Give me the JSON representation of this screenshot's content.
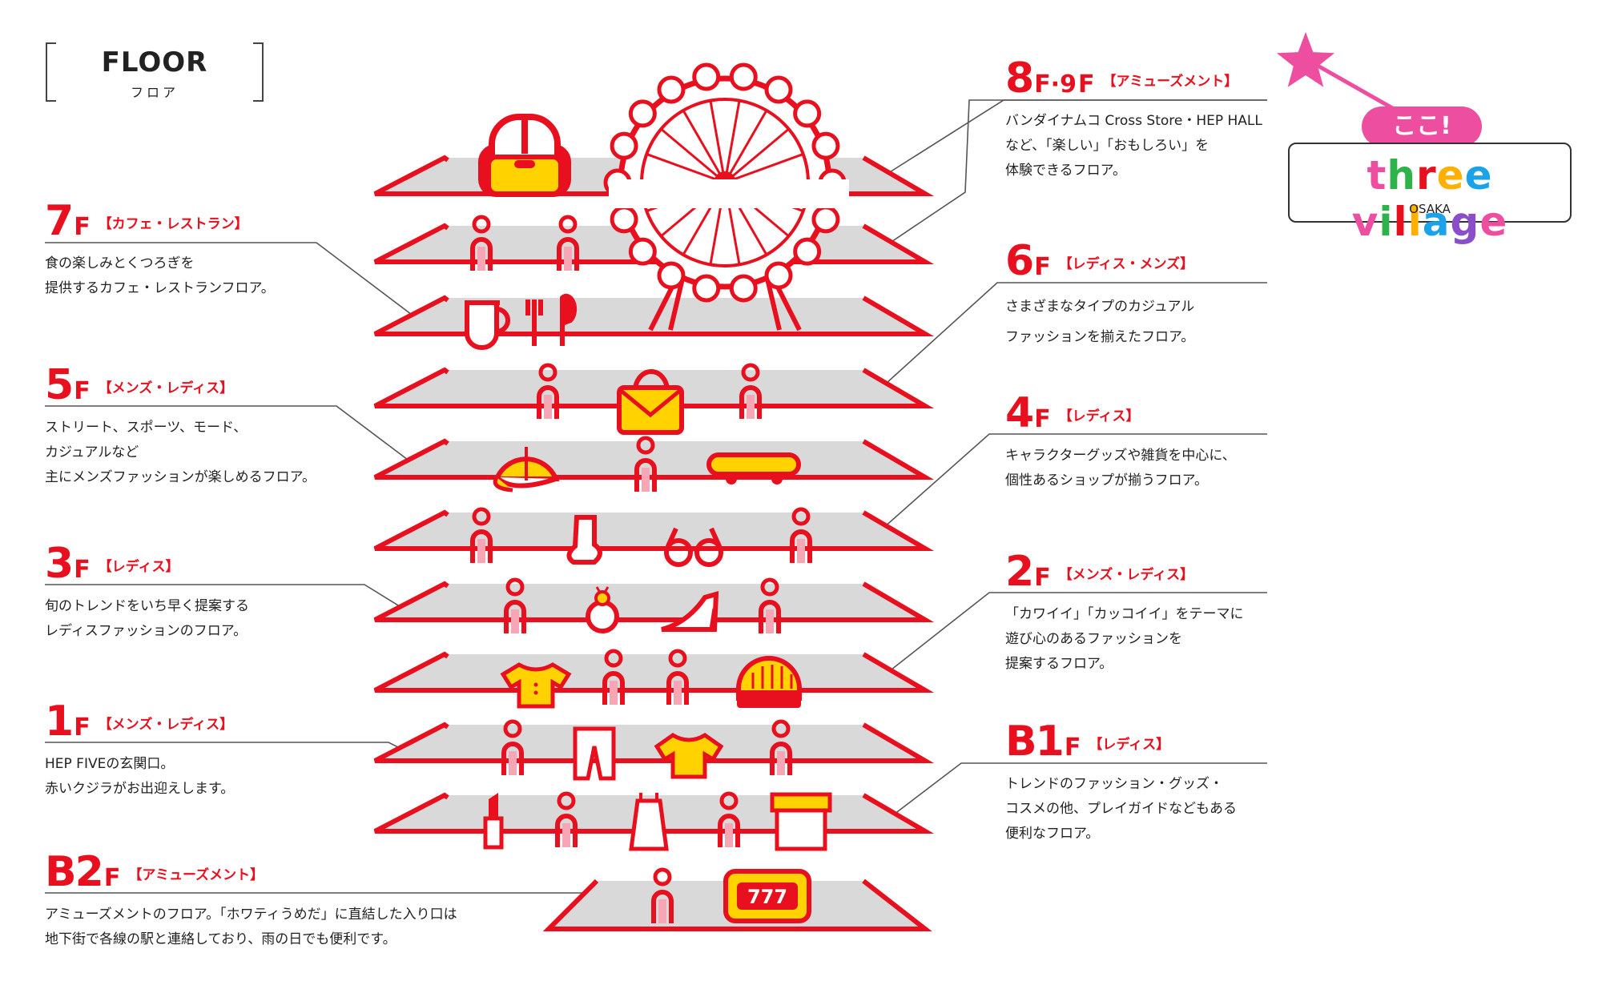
{
  "header": {
    "title": "FLOOR",
    "subtitle": "フロア"
  },
  "floors_left": [
    {
      "num": "7",
      "cat": "【カフェ・レストラン】",
      "desc": [
        "食の楽しみとくつろぎを",
        "提供するカフェ・レストランフロア。"
      ]
    },
    {
      "num": "5",
      "cat": "【メンズ・レディス】",
      "desc": [
        "ストリート、スポーツ、モード、",
        "カジュアルなど",
        "主にメンズファッションが楽しめるフロア。"
      ]
    },
    {
      "num": "3",
      "cat": "【レディス】",
      "desc": [
        "旬のトレンドをいち早く提案する",
        "レディスファッションのフロア。"
      ]
    },
    {
      "num": "1",
      "cat": "【メンズ・レディス】",
      "desc": [
        "HEP FIVEの玄関口。",
        "赤いクジラがお出迎えします。"
      ]
    },
    {
      "num": "B2",
      "cat": "【アミューズメント】",
      "desc": [
        "アミューズメントのフロア。「ホワティうめだ」に直結した入り口は",
        "地下街で各線の駅と連絡しており、雨の日でも便利です。"
      ]
    }
  ],
  "floors_right": [
    {
      "num": "8",
      "num_sep": "F·9",
      "cat": "【アミューズメント】",
      "desc": [
        "バンダイナムコ Cross Store・HEP HALL",
        "など、「楽しい」「おもしろい」を",
        "体験できるフロア。"
      ]
    },
    {
      "num": "6",
      "cat": "【レディス・メンズ】",
      "desc": [
        "さまざまなタイプのカジュアル",
        "ファッションを揃えたフロア。"
      ]
    },
    {
      "num": "4",
      "cat": "【レディス】",
      "desc": [
        "キャラクターグッズや雑貨を中心に、",
        "個性あるショップが揃うフロア。"
      ]
    },
    {
      "num": "2",
      "cat": "【メンズ・レディス】",
      "desc": [
        "「カワイイ」「カッコイイ」をテーマに",
        "遊び心のあるファッションを",
        "提案するフロア。"
      ]
    },
    {
      "num": "B1",
      "cat": "【レディス】",
      "desc": [
        "トレンドのファッション・グッズ・",
        "コスメの他、プレイガイドなどもある",
        "便利なフロア。"
      ]
    }
  ],
  "floor_suffix": "F",
  "slot_label": "777",
  "badge": {
    "here": "ここ!",
    "logo": "three village",
    "logo_sub": "OSAKA"
  },
  "colors": {
    "red": "#e8101e",
    "yellow": "#ffd200",
    "pink": "#ee4e9f",
    "pale_pink": "#f7a6b5",
    "gray": "#d9d9d9"
  }
}
